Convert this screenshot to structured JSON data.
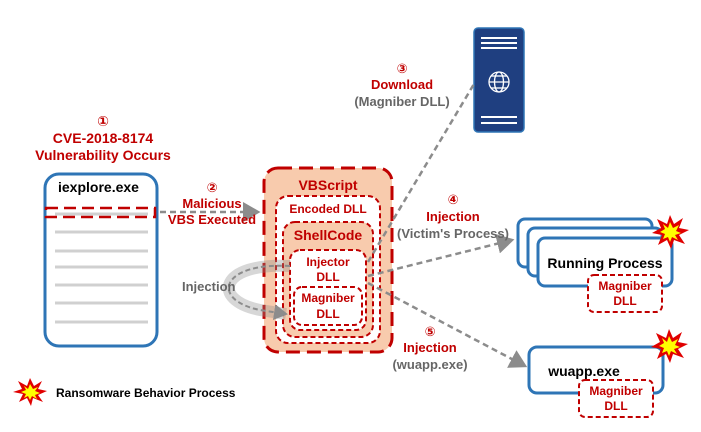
{
  "colors": {
    "red": "#c00000",
    "blue": "#2e75b6",
    "server": "#1f3f80",
    "peach": "#f8cbad",
    "gray": "#7f7f7f"
  },
  "step1": {
    "num": "①",
    "line1": "CVE-2018-8174",
    "line2": "Vulnerability Occurs"
  },
  "step2": {
    "num": "②",
    "line1": "Malicious",
    "line2": "VBS Executed"
  },
  "step3": {
    "num": "③",
    "line1": "Download",
    "line2": "(Magniber DLL)"
  },
  "step4": {
    "num": "④",
    "line1": "Injection",
    "line2": "(Victim's Process)"
  },
  "step5": {
    "num": "⑤",
    "line1": "Injection",
    "line2": "(wuapp.exe)"
  },
  "iexplore": {
    "label": "iexplore.exe"
  },
  "vbscript": {
    "label": "VBScript",
    "encoded": "Encoded DLL",
    "shellcode": "ShellCode",
    "injector_1": "Injector",
    "injector_2": "DLL",
    "magniber_1": "Magniber",
    "magniber_2": "DLL"
  },
  "self_injection": "Injection",
  "running": {
    "label": "Running Process",
    "dll_1": "Magniber",
    "dll_2": "DLL"
  },
  "wuapp": {
    "label": "wuapp.exe",
    "dll_1": "Magniber",
    "dll_2": "DLL"
  },
  "legend": {
    "label": "Ransomware Behavior Process"
  }
}
